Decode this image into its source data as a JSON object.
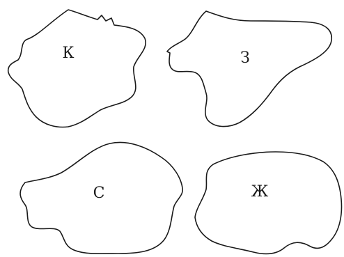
{
  "regions": [
    {
      "id": "top-left",
      "label": "К"
    },
    {
      "id": "top-right",
      "label": "З"
    },
    {
      "id": "bottom-left",
      "label": "С"
    },
    {
      "id": "bottom-right",
      "label": "Ж"
    }
  ],
  "colors": {
    "stroke": "#1a1a1a",
    "fill": "#ffffff",
    "background": "#ffffff"
  }
}
